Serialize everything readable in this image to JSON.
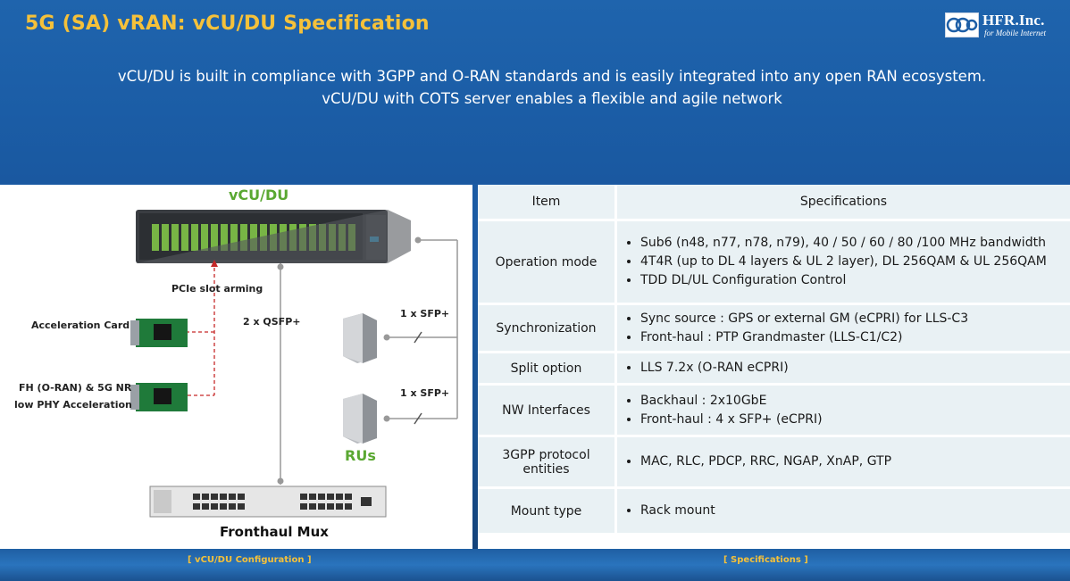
{
  "header": {
    "title": "5G (SA) vRAN: vCU/DU Specification",
    "subtitle_line1": "vCU/DU is built in compliance with 3GPP and O-RAN standards and is easily integrated into any open RAN ecosystem.",
    "subtitle_line2": "vCU/DU with COTS server enables a flexible and agile network"
  },
  "logo": {
    "name": "HFR.Inc.",
    "tagline": "for Mobile Internet"
  },
  "diagram": {
    "vcu_title": "vCU/DU",
    "pcie_label": "PCIe slot arming",
    "acceleration_card": "Acceleration Card",
    "fh_line1": "FH (O-RAN) & 5G NR",
    "fh_line2": "low PHY Acceleration",
    "qsfp_label": "2 x QSFP+",
    "sfp_label_1": "1 x SFP+",
    "sfp_label_2": "1 x SFP+",
    "rus_title": "RUs",
    "mux_title": "Fronthaul Mux"
  },
  "spec_table": {
    "headers": [
      "Item",
      "Specifications"
    ],
    "rows": [
      {
        "item": "Operation mode",
        "specs": [
          "Sub6 (n48, n77, n78, n79), 40 / 50 / 60 / 80 /100 MHz bandwidth",
          "4T4R (up to DL 4 layers & UL 2 layer), DL 256QAM & UL 256QAM",
          "TDD DL/UL Configuration Control"
        ]
      },
      {
        "item": "Synchronization",
        "specs": [
          "Sync source : GPS or external GM (eCPRI) for LLS-C3",
          "Front-haul : PTP Grandmaster (LLS-C1/C2)"
        ]
      },
      {
        "item": "Split option",
        "specs": [
          "LLS 7.2x (O-RAN eCPRI)"
        ]
      },
      {
        "item": "NW Interfaces",
        "specs": [
          "Backhaul : 2x10GbE",
          "Front-haul : 4 x SFP+ (eCPRI)"
        ]
      },
      {
        "item": "3GPP protocol entities",
        "specs": [
          "MAC, RLC, PDCP, RRC, NGAP, XnAP, GTP"
        ]
      },
      {
        "item": "Mount type",
        "specs": [
          "Rack mount"
        ]
      }
    ]
  },
  "captions": {
    "left": "[ vCU/DU Configuration ]",
    "right": "[ Specifications ]"
  },
  "colors": {
    "title": "#f5c13a",
    "accent_green": "#5aa832",
    "background_blue": "#1b5da6",
    "table_cell": "#e9f1f4"
  }
}
